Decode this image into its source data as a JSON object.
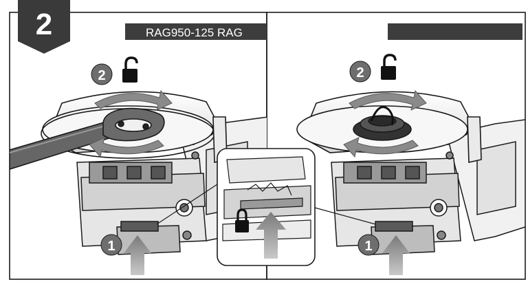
{
  "step": {
    "number": "2"
  },
  "panels": {
    "left": {
      "model_banner": "RAG950-125 RAG",
      "callouts": [
        {
          "number": "2",
          "icon": "unlock-icon"
        },
        {
          "number": "1",
          "icon": "push-arrow-icon"
        }
      ]
    },
    "right": {
      "model_banner": "",
      "callouts": [
        {
          "number": "2",
          "icon": "unlock-icon"
        },
        {
          "number": "1",
          "icon": "push-arrow-icon"
        }
      ]
    },
    "detail": {
      "icon": "lock-icon"
    }
  },
  "colors": {
    "ink": "#1a1a1a",
    "banner": "#3d3d3d",
    "badge": "#3a3a3a",
    "callout_fill": "#6e6e6e",
    "arrow_grey": "#8a8a8a",
    "part_light": "#e8e8e8",
    "part_mid": "#bcbcbc",
    "part_dark": "#555555"
  }
}
